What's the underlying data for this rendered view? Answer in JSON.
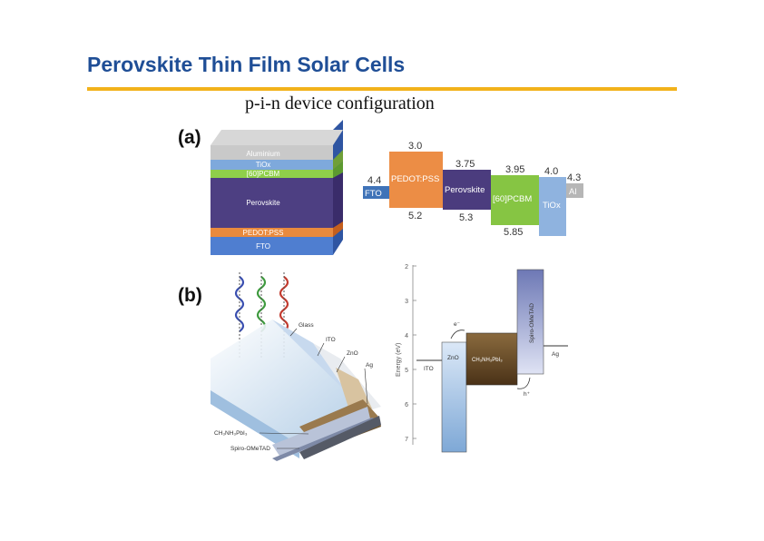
{
  "slide": {
    "title": "Perovskite Thin Film Solar Cells",
    "subtitle": "p-i-n device configuration",
    "accent_color": "#f2b21b",
    "title_color": "#1f4e96"
  },
  "panel_a": {
    "letter": "(a)",
    "stack_layers": [
      "Aluminium",
      "TiOx",
      "[60]PCBM",
      "Perovskite",
      "PEDOT:PSS",
      "FTO"
    ],
    "energy_values": {
      "fto": "4.4",
      "pedot_top": "3.0",
      "pedot_bottom": "5.2",
      "perov_top": "3.75",
      "perov_bottom": "5.3",
      "pcbm_top": "3.95",
      "pcbm_bottom": "5.85",
      "tiox_top": "4.0",
      "al": "4.3"
    },
    "band_labels": [
      "FTO",
      "PEDOT:PSS",
      "Perovskite",
      "[60]PCBM",
      "TiOx",
      "Al"
    ]
  },
  "panel_b": {
    "letter": "(b)",
    "device_labels": [
      "Glass",
      "ITO",
      "ZnO",
      "Ag",
      "CH₃NH₃PbI₃",
      "Spiro-OMeTAD"
    ],
    "axis_label": "Energy (eV)",
    "ticks": [
      "2",
      "3",
      "4",
      "5",
      "6",
      "7"
    ],
    "band_labels": {
      "ito": "ITO",
      "zno": "ZnO",
      "perov": "CH₃NH₃PbI₃",
      "spiro": "Spiro-OMeTAD",
      "ag": "Ag",
      "electron": "e⁻",
      "hole": "h⁺"
    }
  }
}
